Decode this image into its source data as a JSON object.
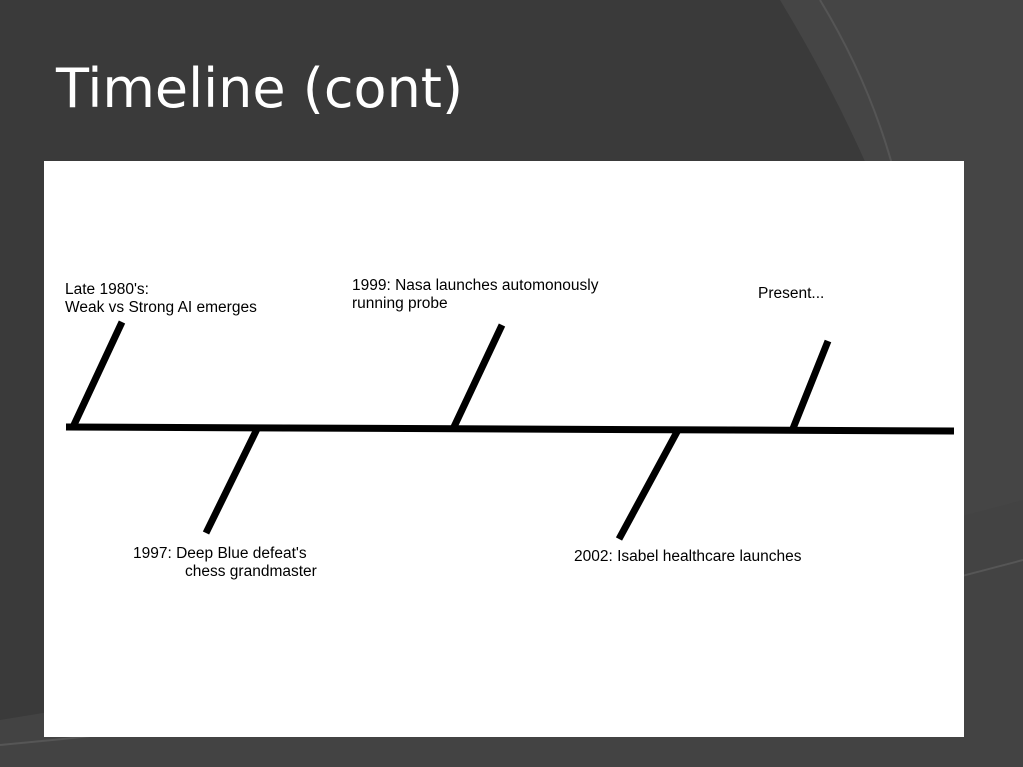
{
  "slide": {
    "title": "Timeline (cont)",
    "colors": {
      "background": "#3a3a3a",
      "panel": "#ffffff",
      "ink": "#000000"
    }
  },
  "timeline": {
    "events": [
      {
        "id": "late-1980s",
        "lines": [
          "Late 1980's:",
          "Weak vs Strong AI emerges"
        ],
        "side": "above"
      },
      {
        "id": "1997",
        "lines": [
          "1997: Deep Blue defeat's",
          "chess grandmaster"
        ],
        "side": "below"
      },
      {
        "id": "1999",
        "lines": [
          "1999: Nasa launches automonously",
          "running probe"
        ],
        "side": "above"
      },
      {
        "id": "2002",
        "lines": [
          "2002: Isabel healthcare launches"
        ],
        "side": "below"
      },
      {
        "id": "present",
        "lines": [
          "Present..."
        ],
        "side": "above"
      }
    ]
  }
}
